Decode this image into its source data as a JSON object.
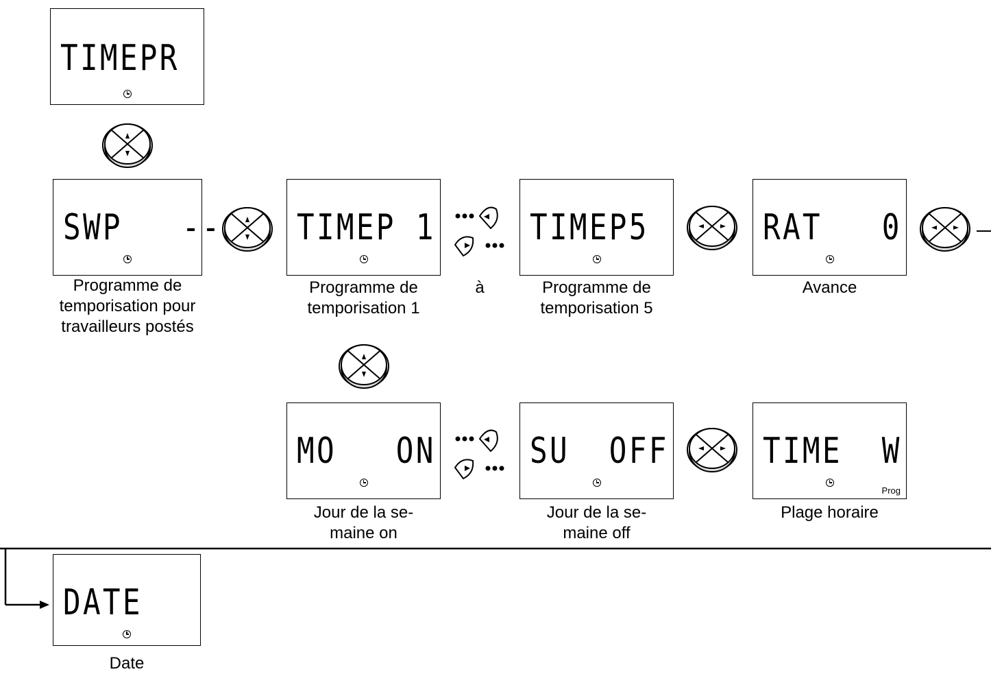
{
  "displays": {
    "timepr": "TIMEPR",
    "swp": "SWP   --",
    "timep1": "TIMEP 1",
    "timep5": "TIMEP5",
    "rat": "RAT   0",
    "mo_on": "MO   ON",
    "su_off": "SU  OFF",
    "time_w": "TIME  W",
    "date": "DATE"
  },
  "labels": {
    "prog": "Prog",
    "swp": "Programme de\ntemporisation pour\ntravailleurs postés",
    "timep1": "Programme de\ntemporisation 1",
    "to": "à",
    "timep5": "Programme de\ntemporisation 5",
    "rat": "Avance",
    "mo_on": "Jour de la se-\nmaine on",
    "su_off": "Jour de la se-\nmaine off",
    "time_w": "Plage horaire",
    "date": "Date"
  }
}
